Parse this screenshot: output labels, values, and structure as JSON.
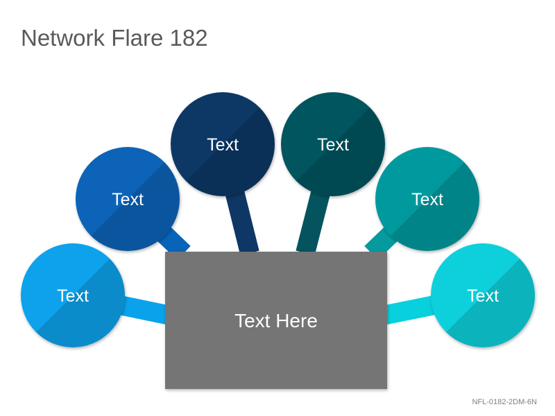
{
  "title": "Network Flare 182",
  "center": {
    "label": "Text Here",
    "color": "#757575"
  },
  "nodes": [
    {
      "label": "Text",
      "color": "#0AA2EB"
    },
    {
      "label": "Text",
      "color": "#0764B8"
    },
    {
      "label": "Text",
      "color": "#0E3766"
    },
    {
      "label": "Text",
      "color": "#03545E"
    },
    {
      "label": "Text",
      "color": "#069A9E"
    },
    {
      "label": "Text",
      "color": "#08D0DC"
    }
  ],
  "footer_code": "NFL-0182-2DM-6N"
}
